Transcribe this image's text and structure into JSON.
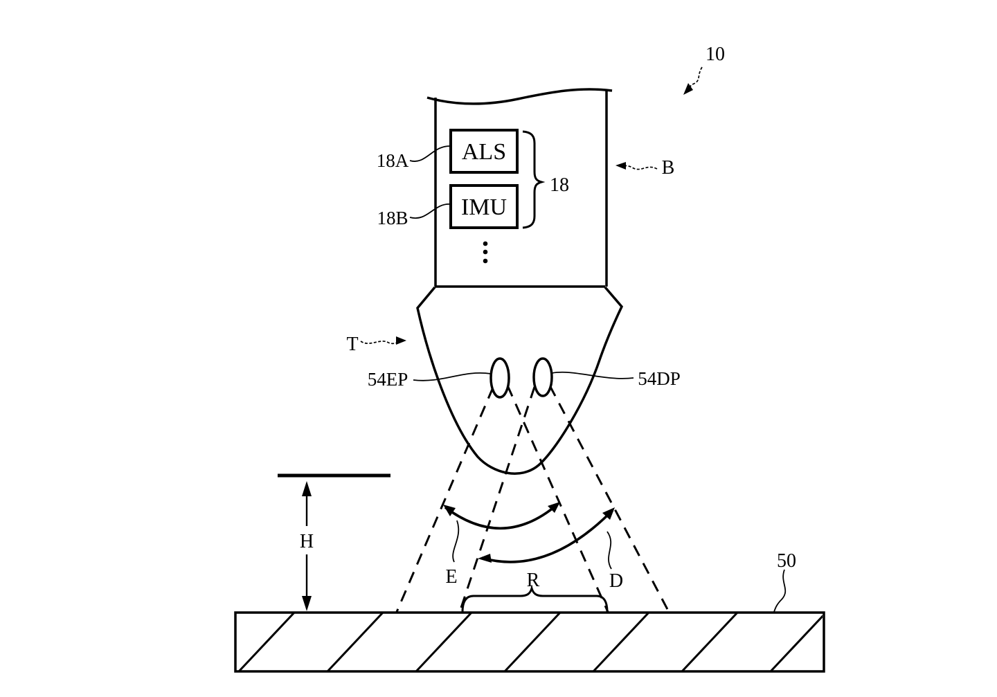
{
  "figure": {
    "colors": {
      "ink": "#000000",
      "background": "#ffffff"
    },
    "labels": {
      "device": "10",
      "body": "B",
      "tip": "T",
      "sensors_group": "18",
      "sensor_a_ref": "18A",
      "sensor_b_ref": "18B",
      "als_block": "ALS",
      "imu_block": "IMU",
      "emitter_port": "54EP",
      "detector_port": "54DP",
      "emission_cone": "E",
      "overlap_region": "R",
      "detection_cone": "D",
      "height_dimension": "H",
      "surface": "50"
    }
  }
}
